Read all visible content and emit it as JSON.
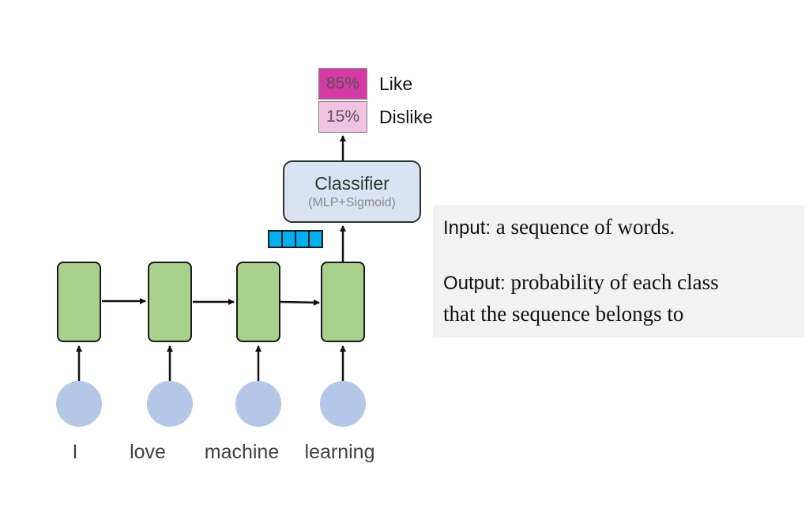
{
  "words": [
    "I",
    "love",
    "machine",
    "learning"
  ],
  "classifier": {
    "title": "Classifier",
    "subtitle": "(MLP+Sigmoid)"
  },
  "output": [
    {
      "value": "85%",
      "label": "Like",
      "color": "#d63aa5"
    },
    {
      "value": "15%",
      "label": "Dislike",
      "color": "#f2c2e3"
    }
  ],
  "info": {
    "input_key": "Input:",
    "input_text": " a sequence of words.",
    "output_key": "Output:",
    "output_text_1": " probability of each class",
    "output_text_2": "that the sequence belongs to"
  }
}
